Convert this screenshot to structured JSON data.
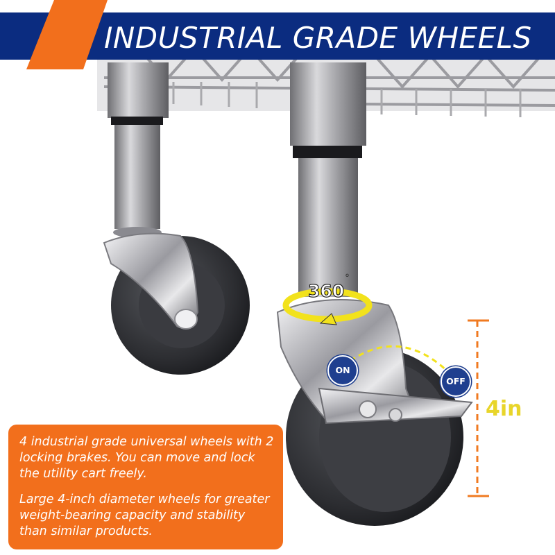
{
  "banner": {
    "title": "INDUSTRIAL GRADE WHEELS",
    "background_color": "#0b2c80",
    "accent_color": "#f26f1c"
  },
  "callouts": {
    "rotation": "360",
    "degree_symbol": "°",
    "brake_on": "ON",
    "brake_off": "OFF",
    "wheel_size": "4in"
  },
  "caption": {
    "paragraph_1": "4 industrial grade universal wheels with 2 locking brakes. You can move and lock the utility cart freely.",
    "paragraph_2": "Large 4-inch diameter wheels for greater weight-bearing capacity and stability than similar products.",
    "background_color": "#f26f1c"
  },
  "colors": {
    "rotation_ring": "#f2e21c",
    "brake_badge": "#1f3f8f",
    "dimension_line": "#f07a20",
    "size_text": "#e8d52a"
  }
}
